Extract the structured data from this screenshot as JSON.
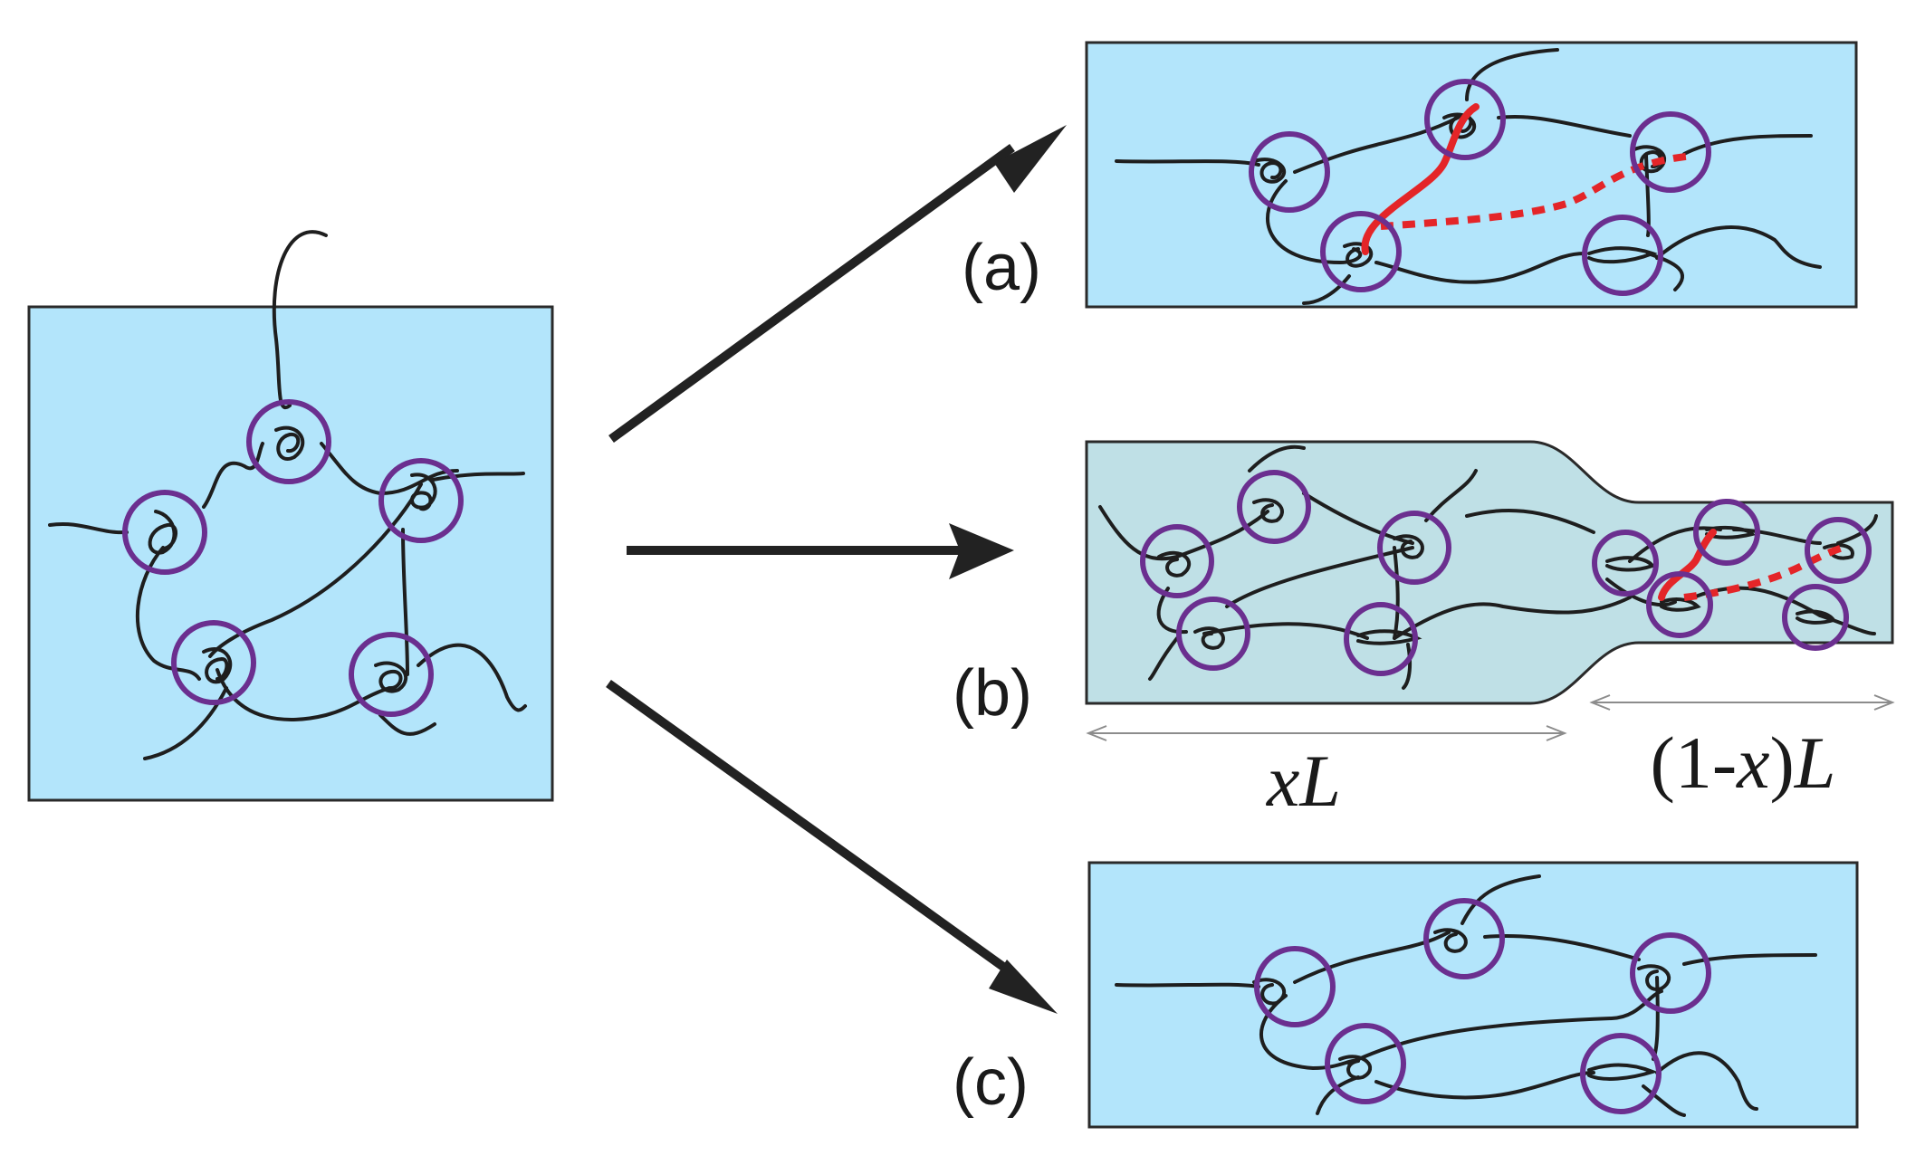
{
  "labels": {
    "a": "(a)",
    "b": "(b)",
    "c": "(c)"
  },
  "dimensions": {
    "left_var": "x",
    "left_unit": "L",
    "right_prefix": "(1-",
    "right_var": "x",
    "right_suffix": ")",
    "right_unit": "L"
  },
  "colors": {
    "solvent": "#b3e5fb",
    "solvent_compressed": "#bfe0e6",
    "ring": "#6b2f8f",
    "bridge": "#e42528",
    "arrow": "#222222",
    "chain": "#1e1e1e"
  }
}
